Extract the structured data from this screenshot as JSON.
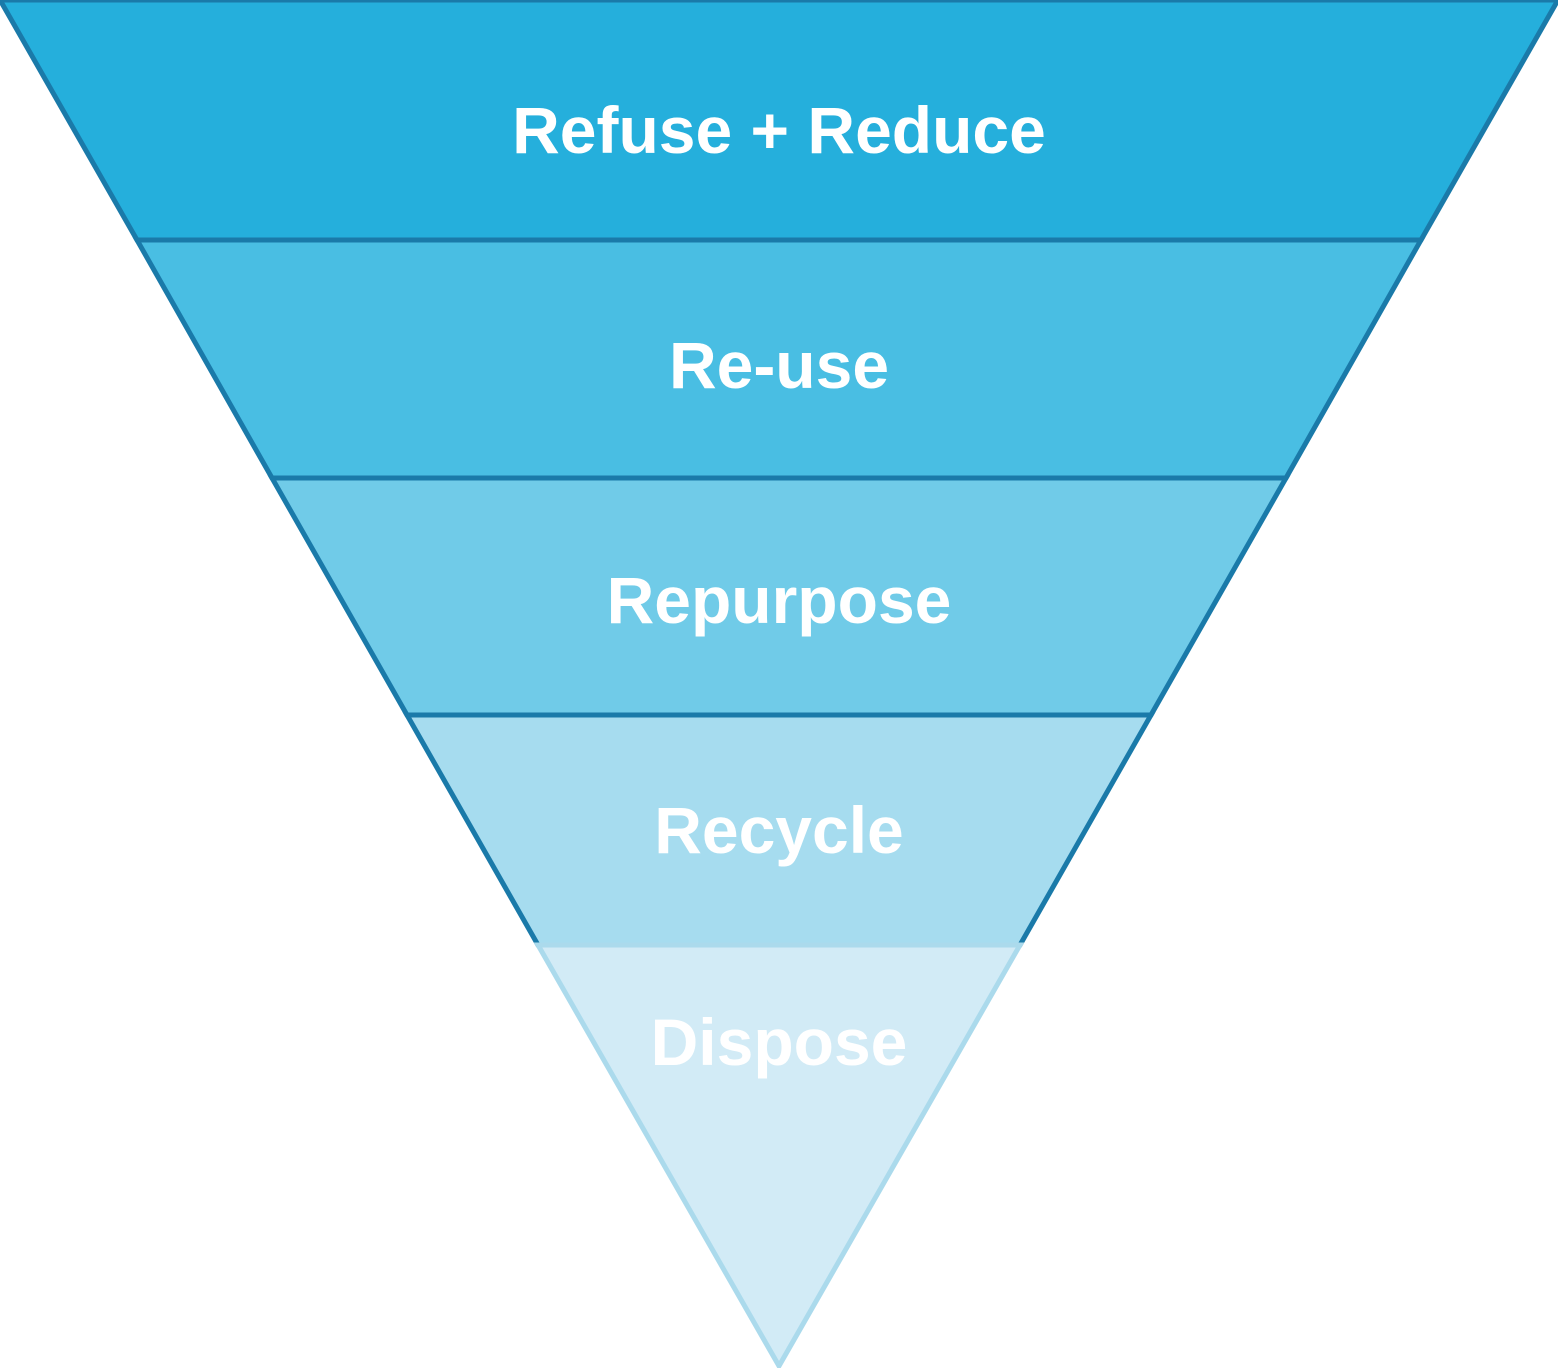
{
  "diagram": {
    "text_color": "#FFFFFF",
    "levels": [
      {
        "label": "Refuse + Reduce",
        "fill": "#25AFDC",
        "stroke": "#1A7AA9"
      },
      {
        "label": "Re-use",
        "fill": "#49BEE3",
        "stroke": "#1A7AA9"
      },
      {
        "label": "Repurpose",
        "fill": "#70CBE8",
        "stroke": "#1A7AA9"
      },
      {
        "label": "Recycle",
        "fill": "#A6DCEF",
        "stroke": "#1A7AA9"
      },
      {
        "label": "Dispose",
        "fill": "#D2EBF6",
        "stroke": "#ABDAEC"
      }
    ]
  }
}
